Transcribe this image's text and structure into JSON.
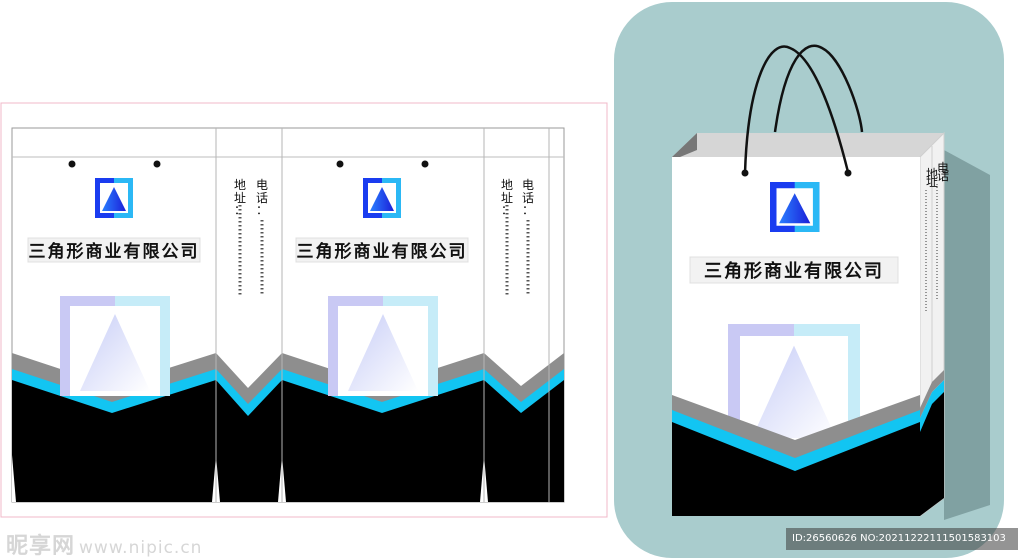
{
  "company_name": "三角形商业有限公司",
  "phone_label": "电话：",
  "address_label": "地址：",
  "colors": {
    "bag_white": "#ffffff",
    "black_band": "#000000",
    "cyan_stripe": "#12c5f2",
    "gray_stripe": "#8e8e8e",
    "logo_blue": "#1a3cf0",
    "logo_cyan": "#2bb8f5",
    "pale_lavender": "#c9c9f4",
    "pale_cyan": "#c6ecf8",
    "mockup_bg": "#a9cccd"
  },
  "icons": {
    "logo": "triangle-in-square-icon",
    "watermark": "nipic-logo"
  },
  "watermark": {
    "brand": "昵享网",
    "url": "www.nipic.cn",
    "id_text": "ID:26560626 NO:20211222111501583103"
  }
}
